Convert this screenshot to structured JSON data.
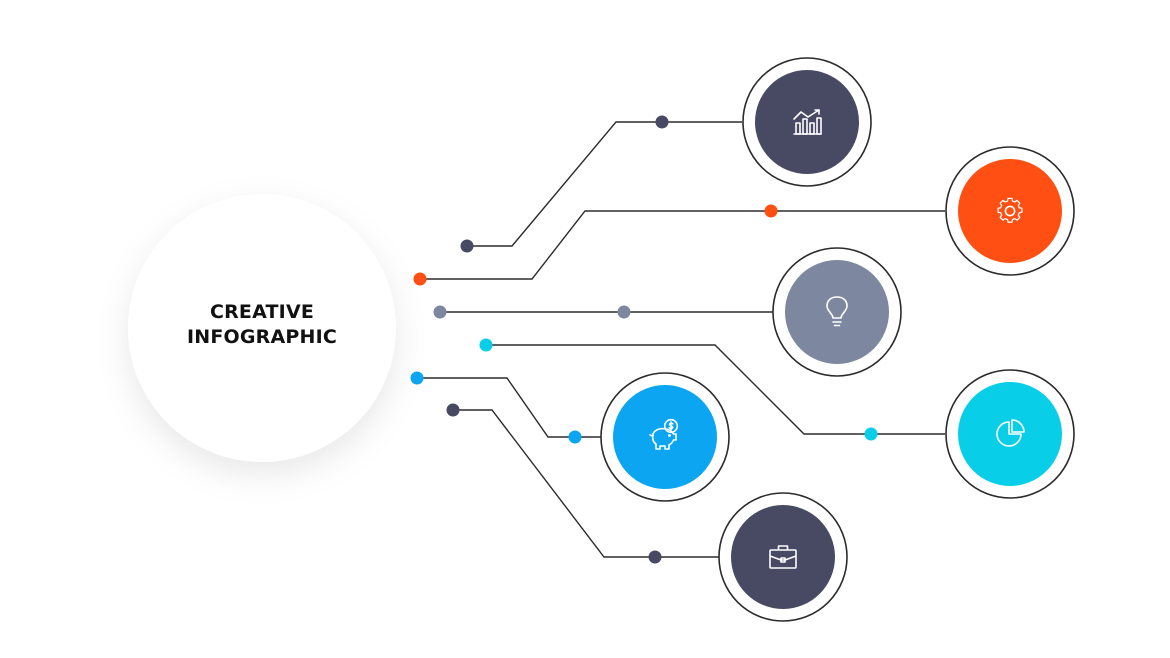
{
  "title": {
    "line1": "CREATIVE",
    "line2": "INFOGRAPHIC"
  },
  "colors": {
    "dark_navy": "#474A62",
    "orange": "#FF4F12",
    "slate_gray": "#7D879F",
    "cyan": "#08CFE7",
    "sky_blue": "#0BA5F2",
    "line": "#2b2b2b",
    "background": "#ffffff"
  },
  "nodes": [
    {
      "name": "chart-node",
      "icon": "bar-chart-growth-icon",
      "color": "#474A62"
    },
    {
      "name": "gear-node",
      "icon": "gear-icon",
      "color": "#FF4F12"
    },
    {
      "name": "lightbulb-node",
      "icon": "lightbulb-icon",
      "color": "#7D879F"
    },
    {
      "name": "pie-chart-node",
      "icon": "pie-chart-icon",
      "color": "#08CFE7"
    },
    {
      "name": "piggy-bank-node",
      "icon": "piggy-bank-dollar-icon",
      "color": "#0BA5F2"
    },
    {
      "name": "briefcase-node",
      "icon": "briefcase-icon",
      "color": "#474A62"
    }
  ]
}
